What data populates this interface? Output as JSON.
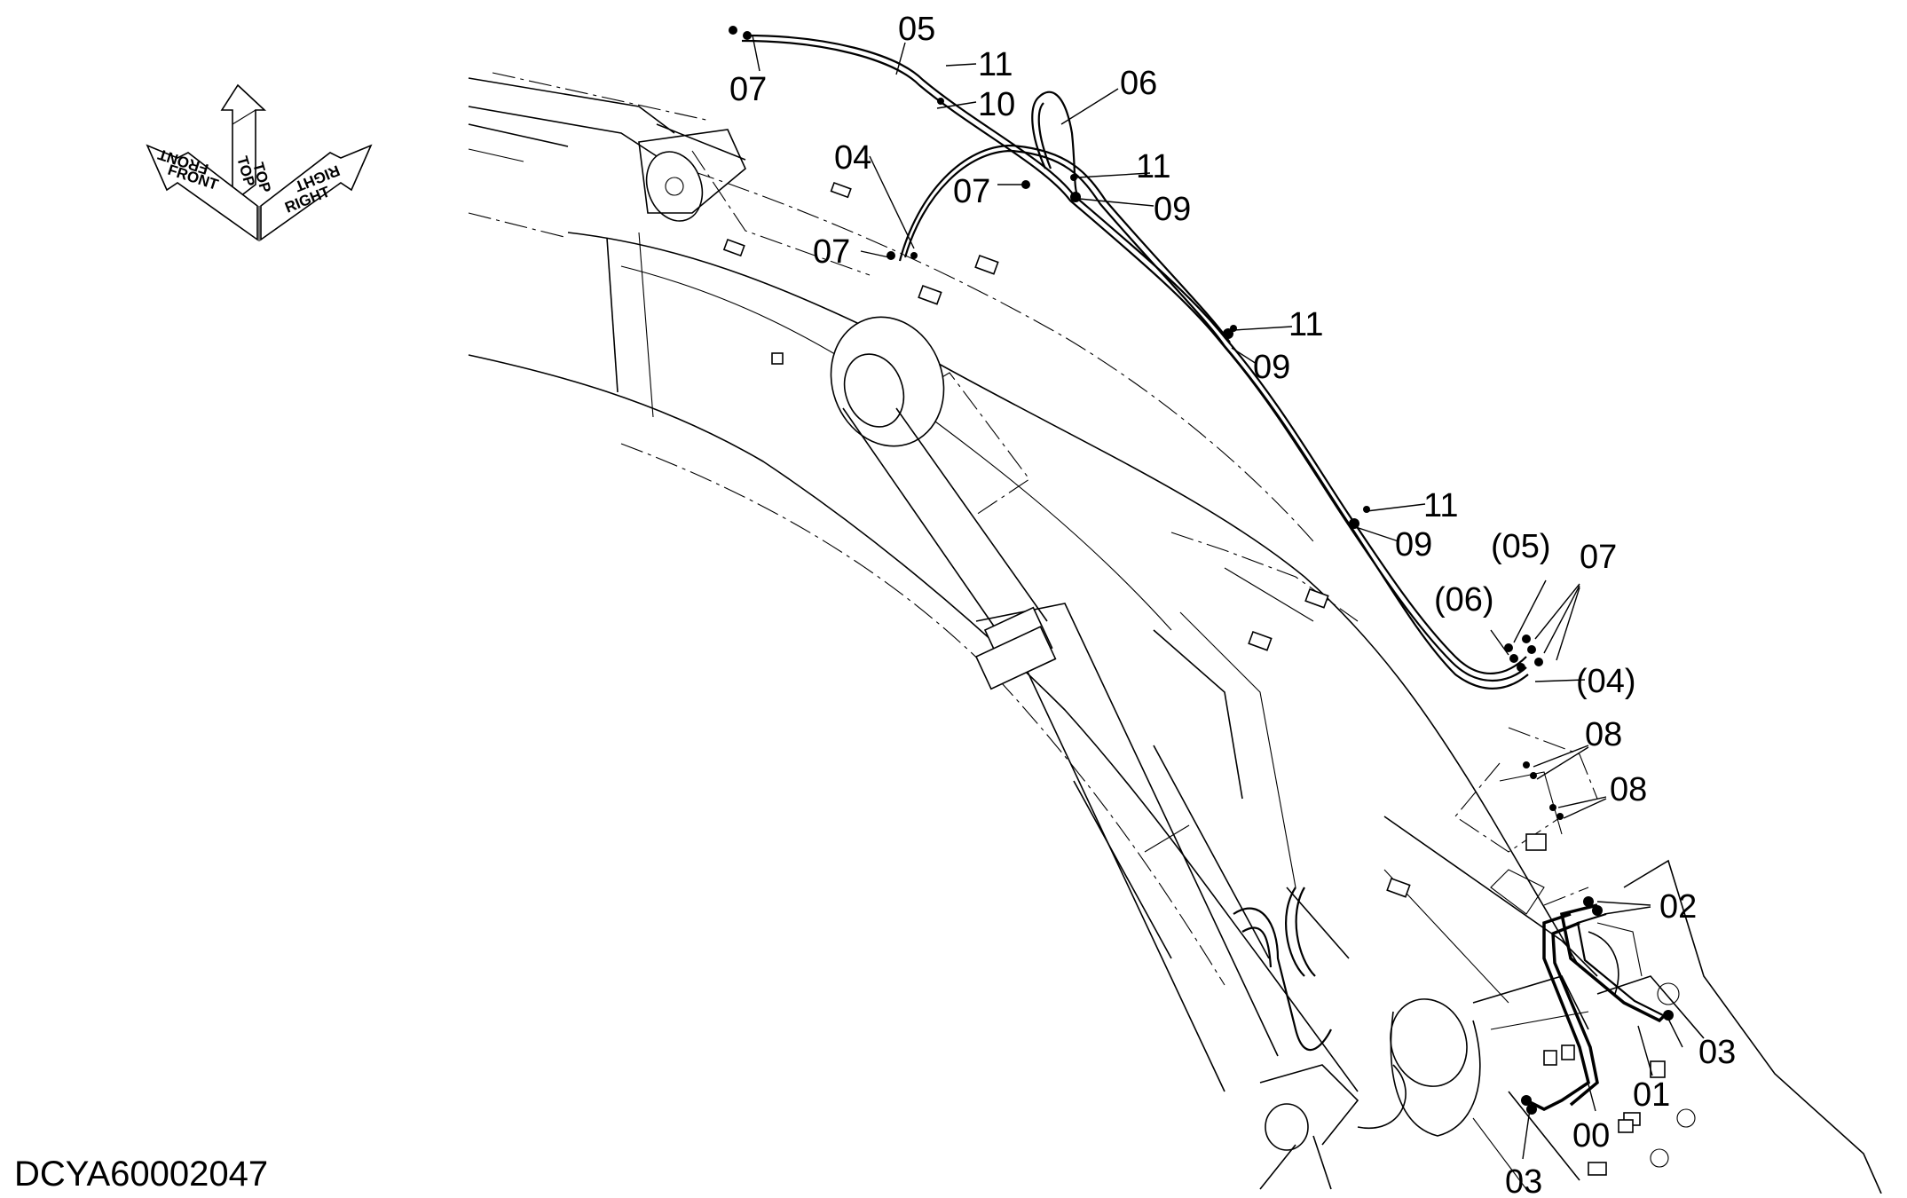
{
  "diagram": {
    "document_id": "DCYA60002047",
    "orientation_arrows": {
      "top": "TOP",
      "front": "FRONT",
      "right": "RIGHT"
    },
    "callouts": {
      "c00": "00",
      "c01": "01",
      "c02": "02",
      "c03a": "03",
      "c03b": "03",
      "c04": "04",
      "c04p": "(04)",
      "c05": "05",
      "c05p": "(05)",
      "c06": "06",
      "c06p": "(06)",
      "c07a": "07",
      "c07b": "07",
      "c07c": "07",
      "c07d": "07",
      "c08a": "08",
      "c08b": "08",
      "c09a": "09",
      "c09b": "09",
      "c09c": "09",
      "c10": "10",
      "c11a": "11",
      "c11b": "11",
      "c11c": "11",
      "c11d": "11"
    }
  }
}
